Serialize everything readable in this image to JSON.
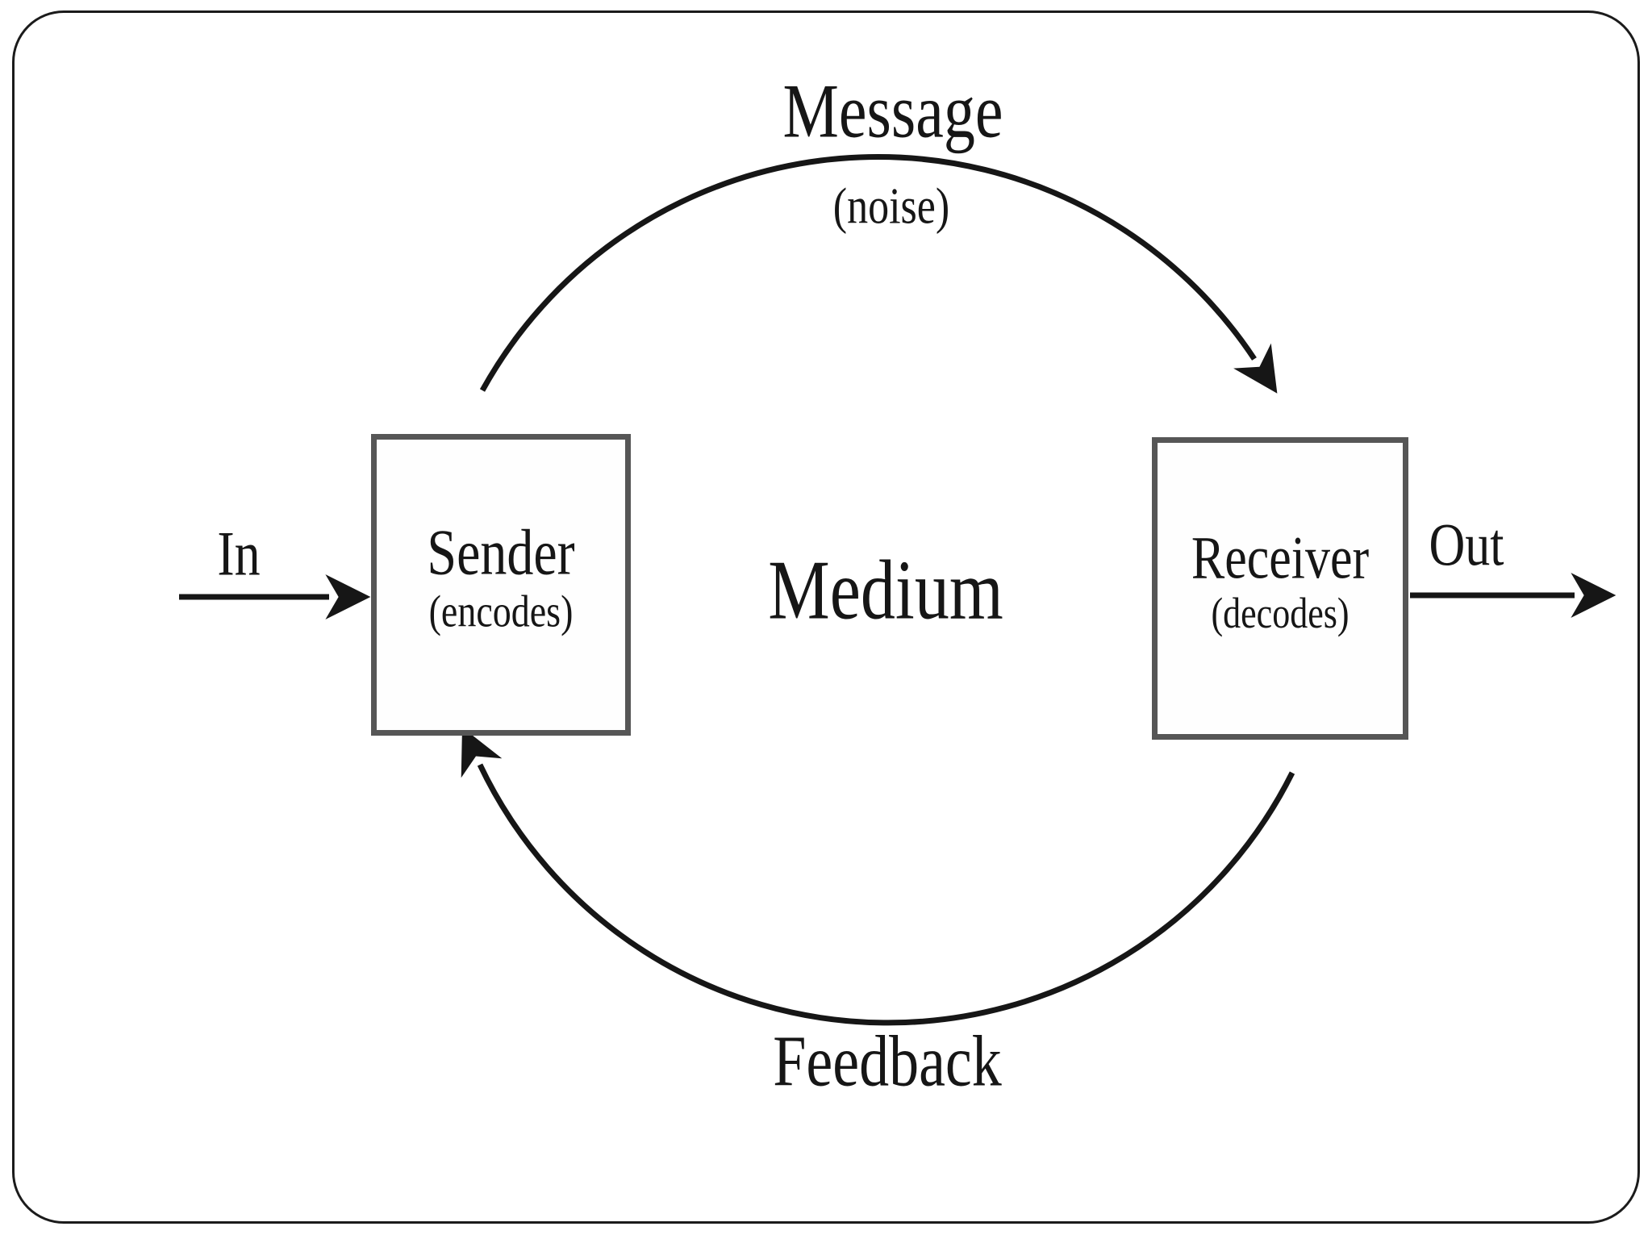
{
  "diagram": {
    "type": "communication-process-model",
    "labels": {
      "message": "Message",
      "noise": "(noise)",
      "medium": "Medium",
      "feedback": "Feedback",
      "input": "In",
      "output": "Out"
    },
    "nodes": {
      "sender": {
        "title": "Sender",
        "subtitle": "(encodes)"
      },
      "receiver": {
        "title": "Receiver",
        "subtitle": "(decodes)"
      }
    },
    "arrows": [
      {
        "name": "message-arc",
        "from": "sender",
        "to": "receiver",
        "shape": "arc-over-top"
      },
      {
        "name": "feedback-arc",
        "from": "receiver",
        "to": "sender",
        "shape": "arc-under-bottom"
      },
      {
        "name": "in-arrow",
        "from": "outside-left",
        "to": "sender",
        "shape": "straight"
      },
      {
        "name": "out-arrow",
        "from": "receiver",
        "to": "outside-right",
        "shape": "straight"
      }
    ],
    "colors": {
      "ink": "#161616",
      "box_border": "#565656",
      "frame_border": "#1b1b1b",
      "background": "#ffffff"
    }
  }
}
